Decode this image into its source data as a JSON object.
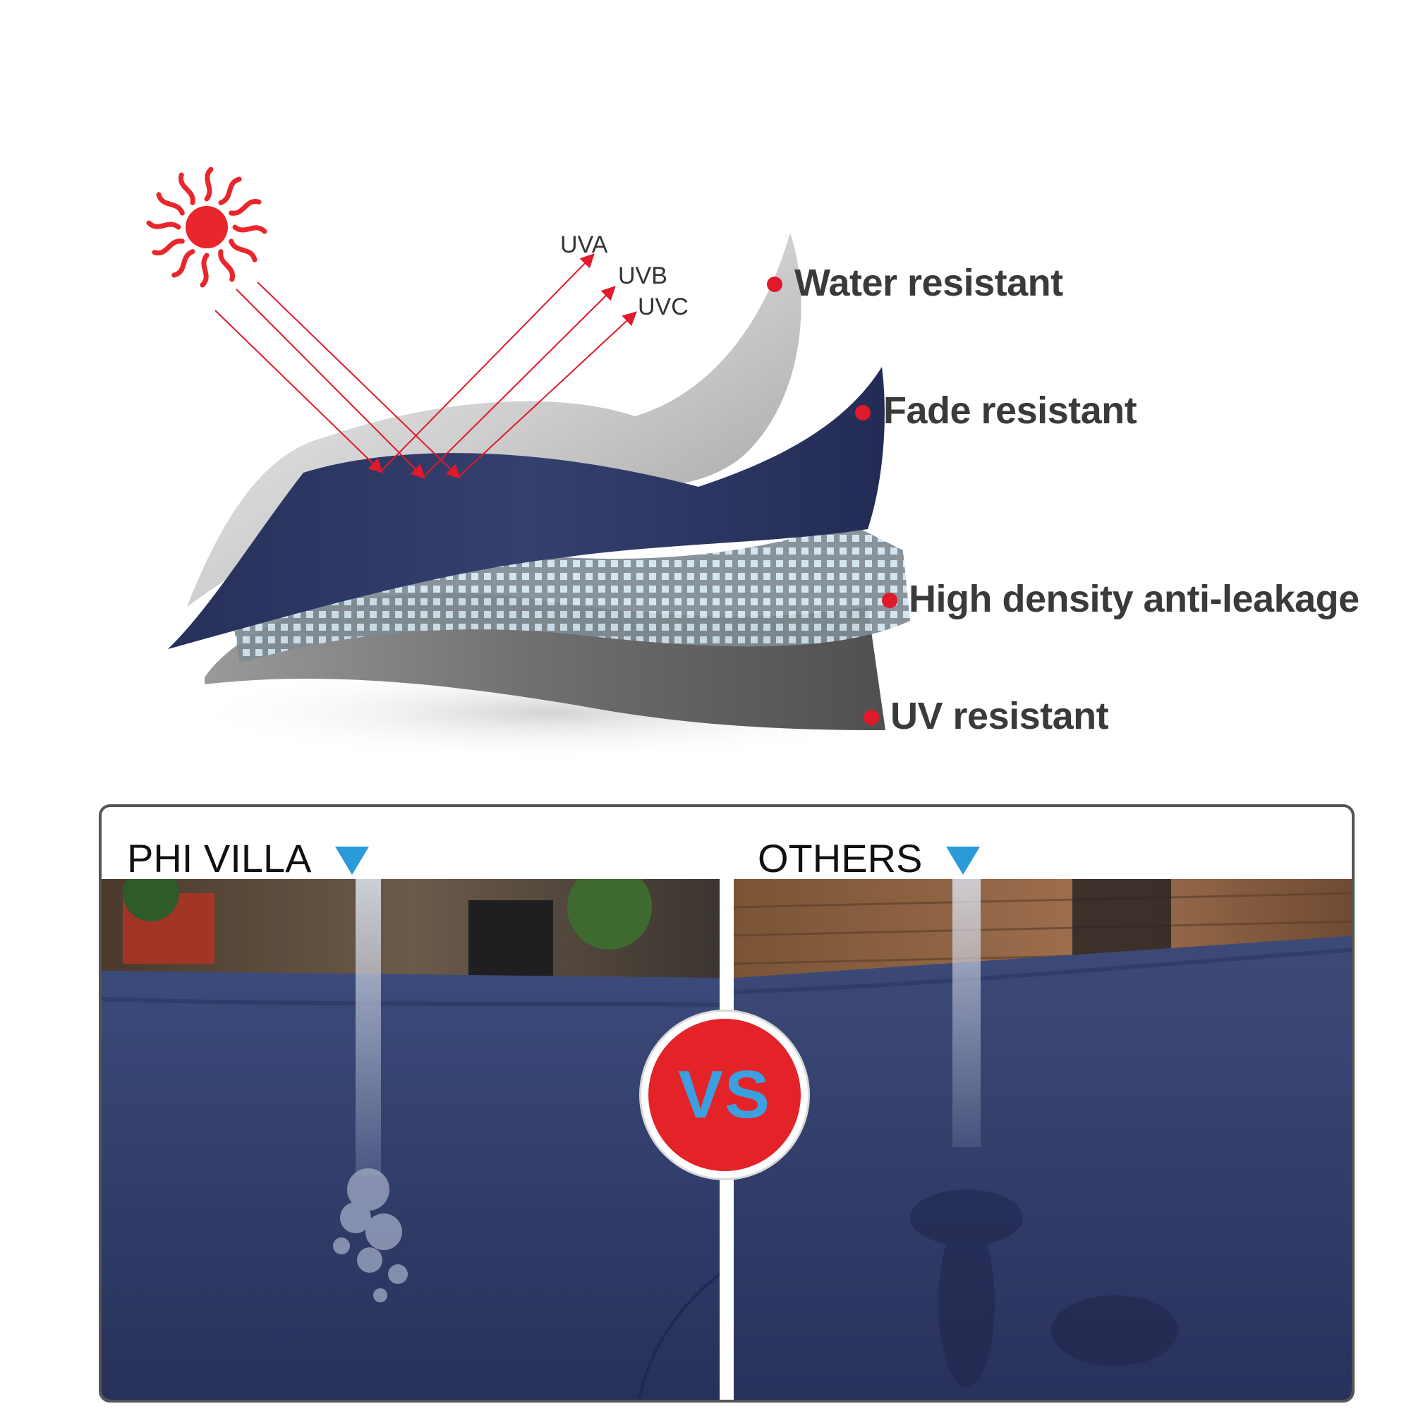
{
  "diagram": {
    "uv_rays": [
      "UVA",
      "UVB",
      "UVC"
    ],
    "features": [
      "Water resistant",
      "Fade resistant",
      "High density anti-leakage",
      "UV resistant"
    ]
  },
  "comparison": {
    "left_heading": "PHI VILLA",
    "right_heading": "OTHERS",
    "vs_label": "VS"
  },
  "colors": {
    "navy_fabric": "#2b3563",
    "accent_red": "#e0192b",
    "accent_blue": "#2b9ad8"
  },
  "icons": {
    "sun": "sun-icon",
    "heading_marker": "triangle-down-icon"
  }
}
